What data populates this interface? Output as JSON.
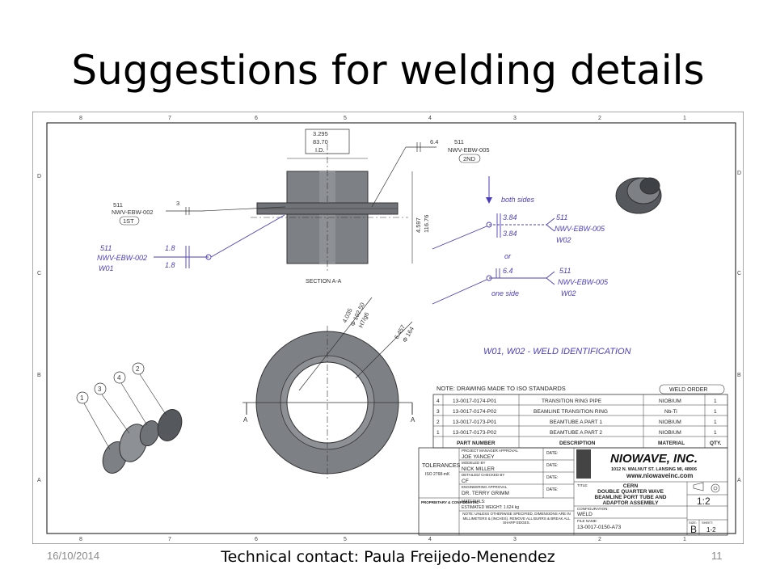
{
  "slide": {
    "title": "Suggestions for welding details",
    "footer_date": "16/10/2014",
    "footer_contact": "Technical contact: Paula Freijedo-Menendez",
    "page_number": "11"
  },
  "drawing": {
    "border_top_numbers": [
      "8",
      "7",
      "6",
      "5",
      "4",
      "3",
      "2",
      "1"
    ],
    "border_bottom_numbers": [
      "8",
      "7",
      "6",
      "5",
      "4",
      "3",
      "2",
      "1"
    ],
    "border_side_letters": [
      "D",
      "C",
      "B",
      "A"
    ],
    "section_label": "SECTION A-A",
    "section_marker": "A",
    "id_dim": {
      "inch": "3.295",
      "mm": "83.70",
      "note": "I.D."
    },
    "height_dim": {
      "inch": "4.597",
      "mm": "116.76"
    },
    "weld_top": {
      "size": "6.4",
      "code": "511",
      "spec": "NWV-EBW-005",
      "seq": "2ND"
    },
    "weld_left": {
      "size": "3",
      "code": "511",
      "spec": "NWV-EBW-002",
      "seq": "1ST"
    },
    "hw_left": {
      "code": "511",
      "spec": "NWV-EBW-002",
      "wps": "W01",
      "size1": "1.8",
      "size2": "1.8"
    },
    "hw_right1": {
      "note": "both sides",
      "size1": "3.84",
      "size2": "3.84",
      "code": "511",
      "spec": "NWV-EBW-005",
      "wps": "W02"
    },
    "hw_or": "or",
    "hw_right2": {
      "size": "6.4",
      "note": "one side",
      "code": "511",
      "spec": "NWV-EBW-005",
      "wps": "W02"
    },
    "hw_ident": "W01, W02 - WELD IDENTIFICATION",
    "flange_dims": {
      "d1_inch": "4.035",
      "d1_mm": "Φ 102.50",
      "fit": "H7/g6",
      "d2_inch": "6.457",
      "d2_mm": "Φ 164"
    },
    "balloons": [
      "1",
      "3",
      "4",
      "2"
    ]
  },
  "title_block": {
    "note": "NOTE: DRAWING MADE TO ISO STANDARDS",
    "weld_order": "WELD ORDER",
    "rows": [
      {
        "item": "4",
        "part": "13-0017-0174-P01",
        "desc": "TRANSITION RING PIPE",
        "material": "NIOBIUM",
        "qty": "1"
      },
      {
        "item": "3",
        "part": "13-0017-0174-P02",
        "desc": "BEAMLINE TRANSITION RING",
        "material": "Nb-Ti",
        "qty": "1"
      },
      {
        "item": "2",
        "part": "13-0017-0173-P01",
        "desc": "BEAMTUBE A PART 1",
        "material": "NIOBIUM",
        "qty": "1"
      },
      {
        "item": "1",
        "part": "13-0017-0173-P02",
        "desc": "BEAMTUBE A PART 2",
        "material": "NIOBIUM",
        "qty": "1"
      }
    ],
    "headers": {
      "part": "PART NUMBER",
      "desc": "DESCRIPTION",
      "material": "MATERIAL",
      "qty": "QTY."
    },
    "approval_rows": [
      {
        "label": "PROJECT MANAGER APPROVAL",
        "name": "JOE YANCEY",
        "date": "DATE:"
      },
      {
        "label": "MODELED BY",
        "name": "NICK MILLER",
        "date": "DATE:"
      },
      {
        "label": "DETAILED/ CHECKED BY",
        "name": "CF",
        "date": "DATE:"
      },
      {
        "label": "ENGINEERING APPROVAL",
        "name": "DR. TERRY GRIMM",
        "date": "DATE:"
      }
    ],
    "tolerances": "TOLERANCES",
    "iso": "ISO 2768-mK",
    "materials_label": "MATERIALS:",
    "weight": "ESTIMATED WEIGHT: 1.624 kg",
    "proprietary": "PROPRIETARY & CONFIDENTIAL",
    "notes": "NOTE: UNLESS OTHERWISE SPECIFIED, DIMENSIONS ARE IN MILLIMETERS & (INCHES). REMOVE ALL BURRS & BREAK ALL SHARP EDGES.",
    "company": "NIOWAVE, INC.",
    "address": "1012 N. WALNUT ST.  LANSING MI, 48906",
    "website": "www.niowaveinc.com",
    "title_label": "TITLE:",
    "title_lines": [
      "CERN",
      "DOUBLE QUARTER WAVE",
      "BEAMLINE PORT TUBE AND",
      "ADAPTOR ASSEMBLY"
    ],
    "scale": "1:2",
    "config_label": "CONFIGURATION:",
    "config": "WELD",
    "file_label": "FILE NAME:",
    "file": "13-0017-0150-A73",
    "size_label": "SIZE:",
    "size": "B",
    "sheet_label": "SHEET:",
    "sheet": "1-2"
  },
  "colors": {
    "ink": "#3a3a3a",
    "handwriting": "#4a3fb8",
    "part_gray": "#7d8085",
    "dark_gray": "#55595e"
  }
}
